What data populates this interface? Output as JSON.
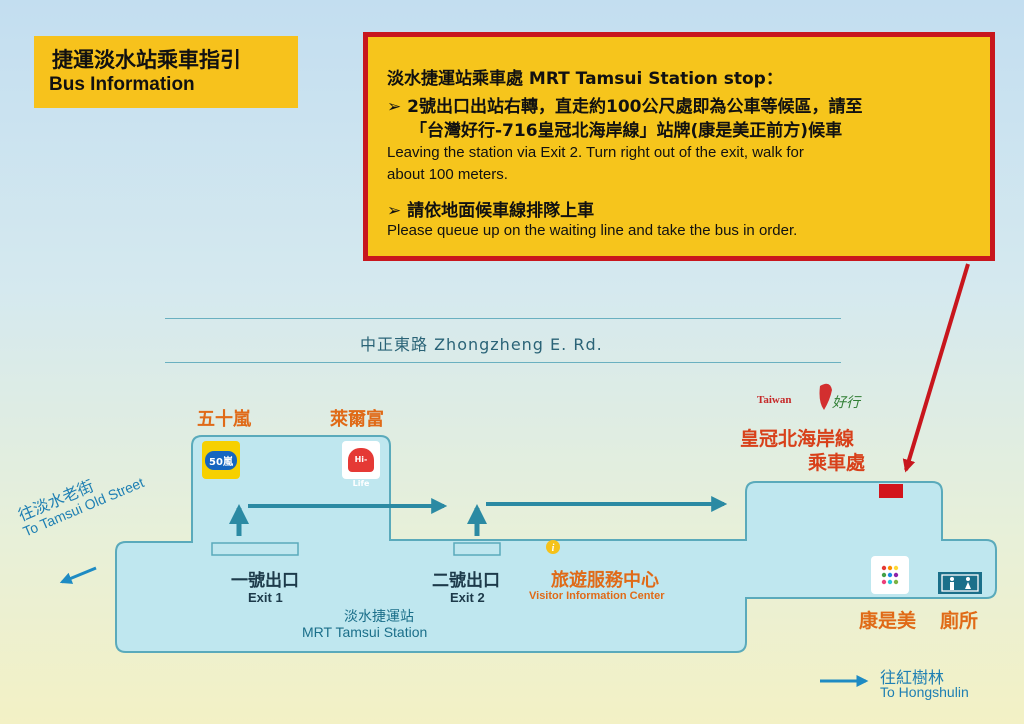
{
  "title": {
    "zh": "捷運淡水站乘車指引",
    "en": "Bus Information"
  },
  "info": {
    "heading": "淡水捷運站乘車處 MRT Tamsui Station stop：",
    "item1_zh_line1": "➢ 2號出口出站右轉，直走約100公尺處即為公車等候區，請至",
    "item1_zh_line2": "「台灣好行-716皇冠北海岸線」站牌(康是美正前方)候車",
    "item1_en_line1": "Leaving the station via Exit 2. Turn right out of the exit, walk for",
    "item1_en_line2": "about 100 meters.",
    "item2_zh": "➢ 請依地面候車線排隊上車",
    "item2_en": "Please queue up on the waiting line and take the bus in order."
  },
  "map": {
    "road": "中正東路  Zhongzheng E. Rd.",
    "store1": "五十嵐",
    "store1_logo": "50嵐",
    "store2": "萊爾富",
    "store2_logo": "Hi-Life",
    "taiwan_logo": "Taiwan",
    "taiwan_logo_sub": "好行",
    "bus_stop_line1": "皇冠北海岸線",
    "bus_stop_line2": "乘車處",
    "exit1_zh": "一號出口",
    "exit1_en": "Exit 1",
    "exit2_zh": "二號出口",
    "exit2_en": "Exit 2",
    "station_zh": "淡水捷運站",
    "station_en": "MRT Tamsui Station",
    "visitor_zh": "旅遊服務中心",
    "visitor_en": "Visitor Information Center",
    "cosmed": "康是美",
    "toilet": "廁所",
    "left_dir_zh": "往淡水老街",
    "left_dir_en": "To Tamsui Old Street",
    "right_dir_zh": "往紅樹林",
    "right_dir_en": "To Hongshulin"
  },
  "colors": {
    "building_fill": "#bfe7ef",
    "building_stroke": "#5aaabb",
    "arrow": "#2b8aa3",
    "title_bg": "#f7c21c",
    "alert_border": "#c8161d",
    "label_orange": "#e06a17",
    "blue_arrow": "#1e8bc3"
  },
  "icons": [
    "info-icon",
    "toilet-icon",
    "cosmed-logo-icon"
  ]
}
